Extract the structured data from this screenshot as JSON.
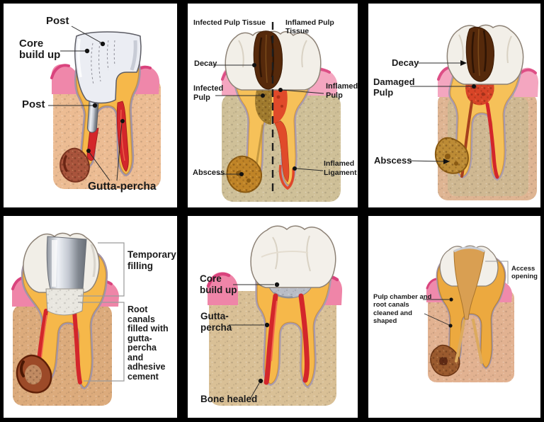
{
  "colors": {
    "frame": "#000000",
    "card": "#ffffff",
    "label_text": "#1b1b1b",
    "gum_pink": "#ef87aa",
    "gum_dark_pink": "#d9437d",
    "dentin_yellow": "#f6c159",
    "canal_red": "#d3262b",
    "decay_brown": "#55290b",
    "bone_tan": "#e2b28d",
    "abscess_brown": "#b97a28",
    "metal_silver": "#c3c8d1"
  },
  "panels": {
    "post_core": {
      "labels": {
        "post_top": "Post",
        "core_build_up": "Core\nbuild up",
        "post_side": "Post",
        "gutta_percha": "Gutta-percha"
      }
    },
    "infected_inflamed": {
      "labels": {
        "header_left": "Infected Pulp Tissue",
        "header_right": "Inflamed Pulp Tissue",
        "decay": "Decay",
        "infected_pulp": "Infected\nPulp",
        "inflamed_pulp": "Inflamed\nPulp",
        "abscess": "Abscess",
        "inflamed_ligament": "Inflamed\nLigament"
      }
    },
    "damaged_pulp": {
      "labels": {
        "decay": "Decay",
        "damaged_pulp": "Damaged\nPulp",
        "abscess": "Abscess"
      }
    },
    "temporary_filling": {
      "labels": {
        "temporary_filling": "Temporary\nfilling",
        "root_canals_filled": "Root\ncanals\nfilled with\ngutta-\npercha\nand\nadhesive\ncement"
      }
    },
    "core_build_up": {
      "labels": {
        "core_build_up": "Core\nbuild up",
        "gutta_percha": "Gutta-\npercha",
        "bone_healed": "Bone healed"
      }
    },
    "cleaned_shaped": {
      "labels": {
        "access_opening": "Access\nopening",
        "pulp_chamber": "Pulp chamber and\nroot canals\ncleaned and\nshaped"
      }
    }
  }
}
